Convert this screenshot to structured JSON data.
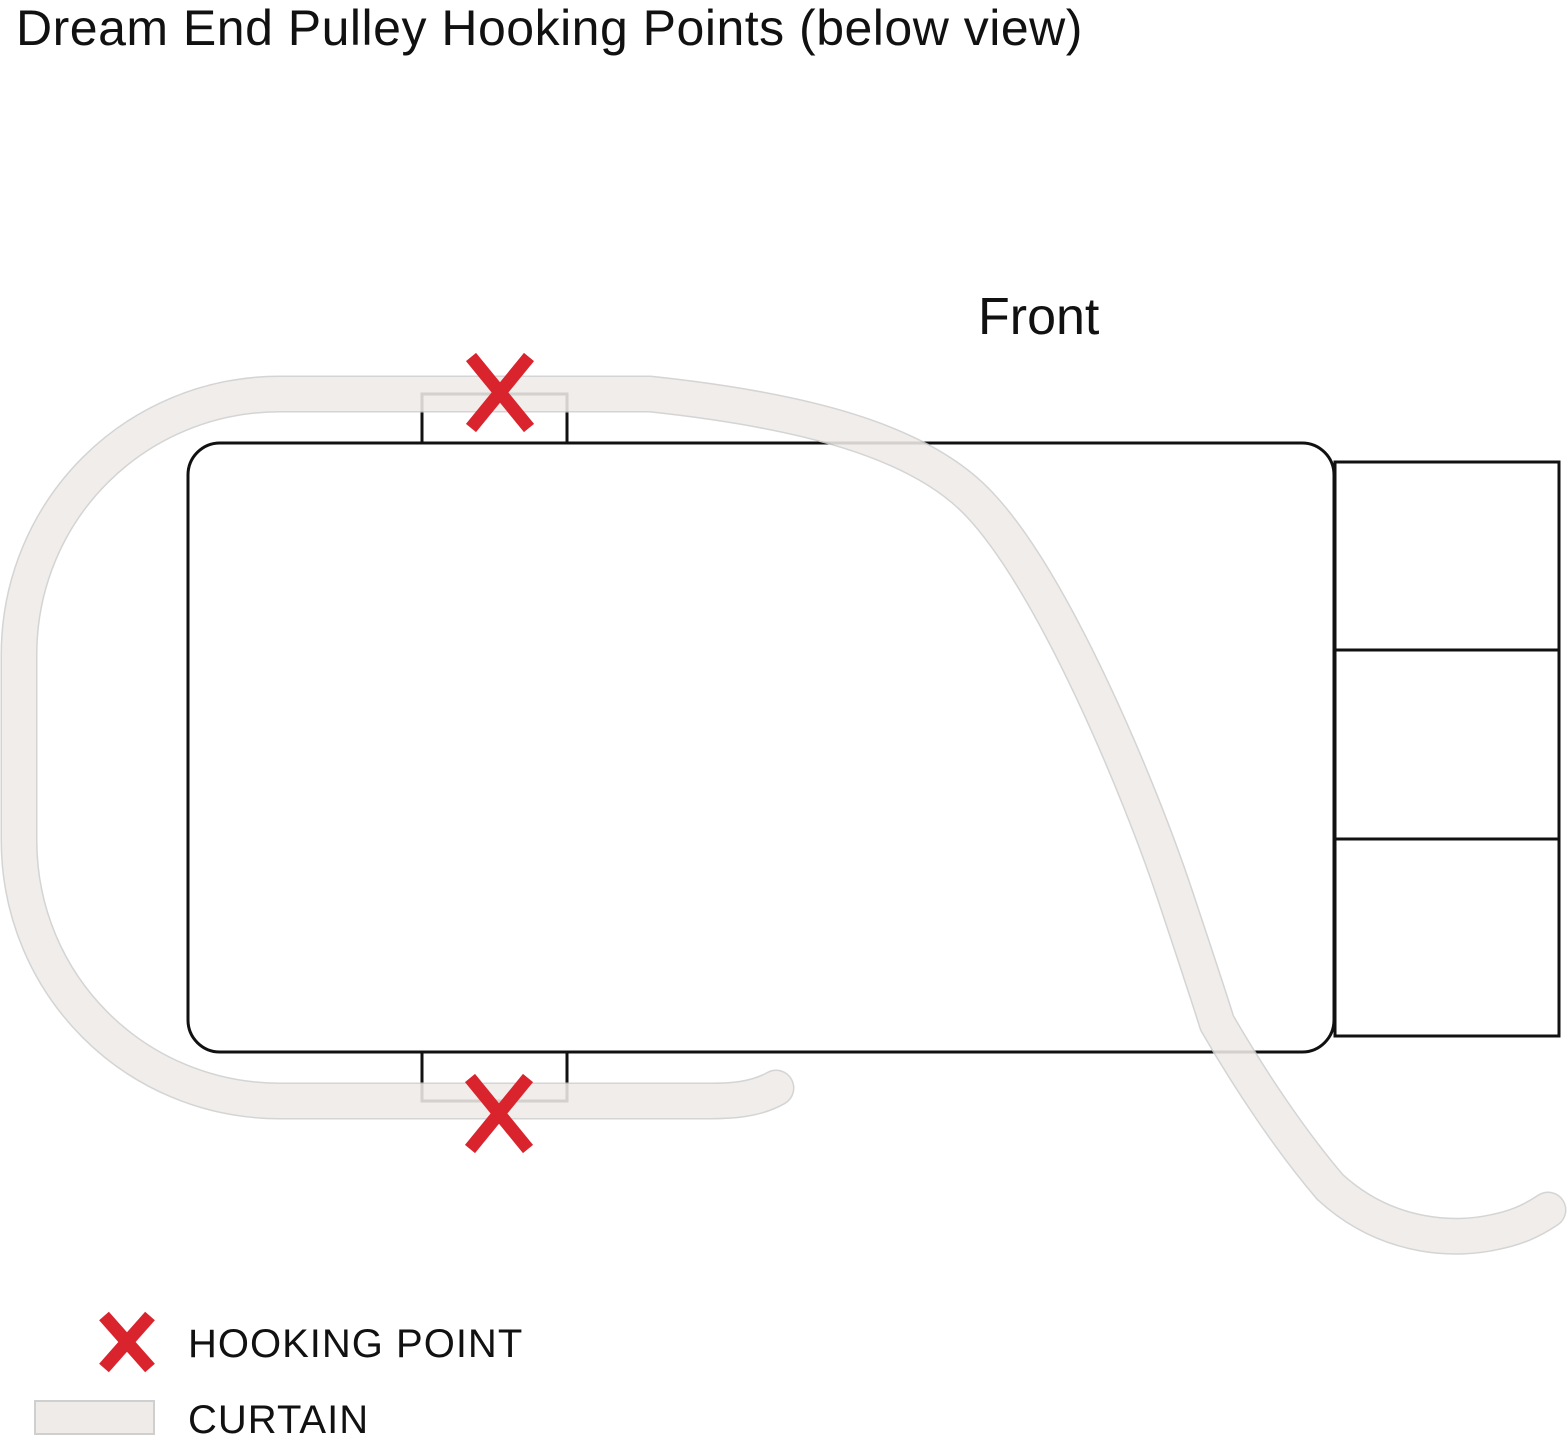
{
  "title": "Dream End Pulley Hooking Points (below view)",
  "front_label": "Front",
  "legend": {
    "hooking_point": {
      "label": "HOOKING POINT",
      "icon": "x-mark-icon",
      "color": "#d9232d"
    },
    "curtain": {
      "label": "CURTAIN",
      "icon": "curtain-swatch-icon",
      "color": "#efebe8",
      "edge_color": "#cfcfcf"
    }
  },
  "colors": {
    "outline": "#111111",
    "hook_mark": "#d9232d",
    "curtain_fill": "#efebe8",
    "curtain_edge": "#cfcfcf"
  }
}
